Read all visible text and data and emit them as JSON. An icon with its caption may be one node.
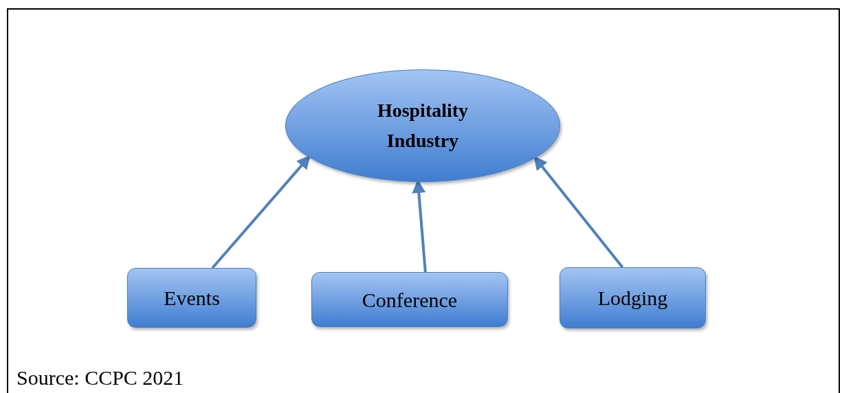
{
  "diagram": {
    "nodes": [
      {
        "text": [
          "Hospitality Industry"
        ]
      },
      {
        "text": [
          "Events"
        ]
      },
      {
        "text": [
          "Conference"
        ]
      },
      {
        "text": [
          "Lodging"
        ]
      }
    ],
    "edges": [
      {
        "from": 1,
        "to": 0,
        "arrow": "to"
      },
      {
        "from": 2,
        "to": 0,
        "arrow": "to"
      },
      {
        "from": 3,
        "to": 0,
        "arrow": "to"
      }
    ],
    "caption": "Source: CCPC 2021"
  }
}
